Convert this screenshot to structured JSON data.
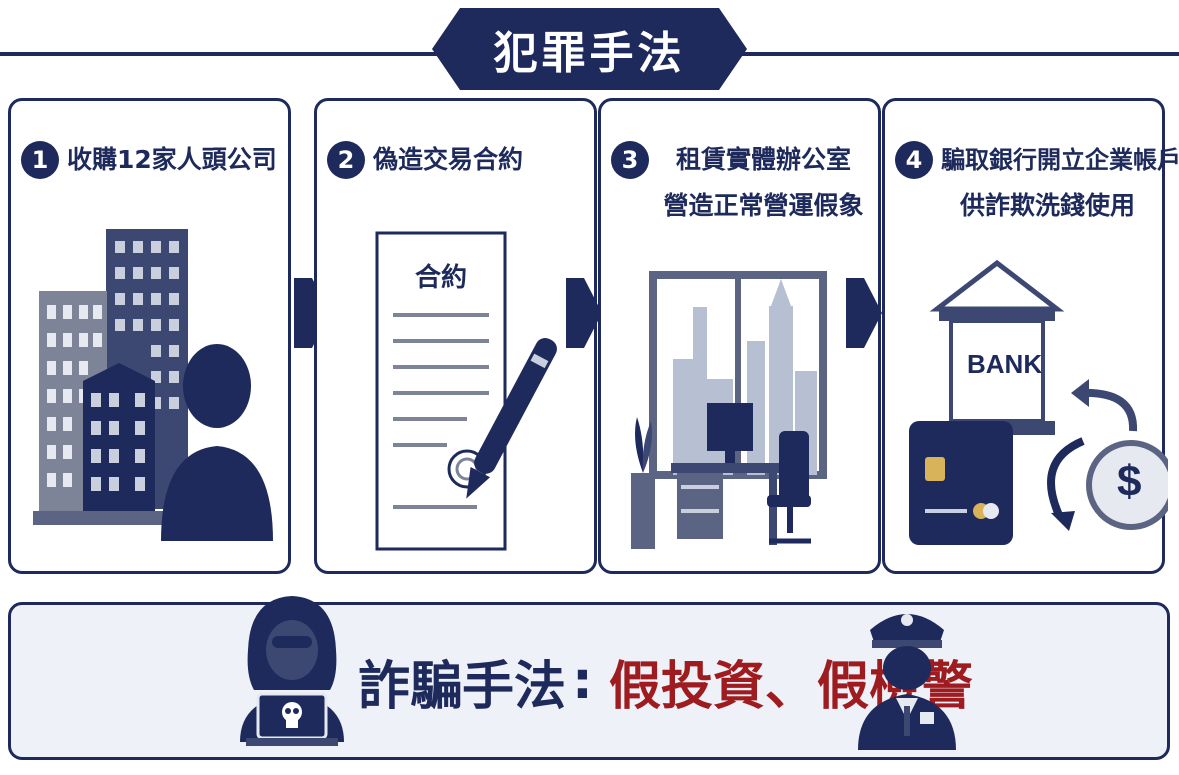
{
  "header": {
    "title": "犯罪手法"
  },
  "steps": [
    {
      "number": "1",
      "title": "收購12家人頭公司"
    },
    {
      "number": "2",
      "title": "偽造交易合約",
      "document_label": "合約"
    },
    {
      "number": "3",
      "title_line1": "租賃實體辦公室",
      "title_line2": "營造正常營運假象"
    },
    {
      "number": "4",
      "title_line1": "騙取銀行開立企業帳戶",
      "title_line2": "供詐欺洗錢使用",
      "bank_label": "BANK",
      "currency_symbol": "$"
    }
  ],
  "banner": {
    "label": "詐騙手法",
    "colon": ":",
    "value": "假投資、假檢警"
  },
  "colors": {
    "navy": "#1d2a5b",
    "accent_red": "#9e1b1f",
    "light_panel": "#eef1f7",
    "grey_building": "#7d8497"
  }
}
